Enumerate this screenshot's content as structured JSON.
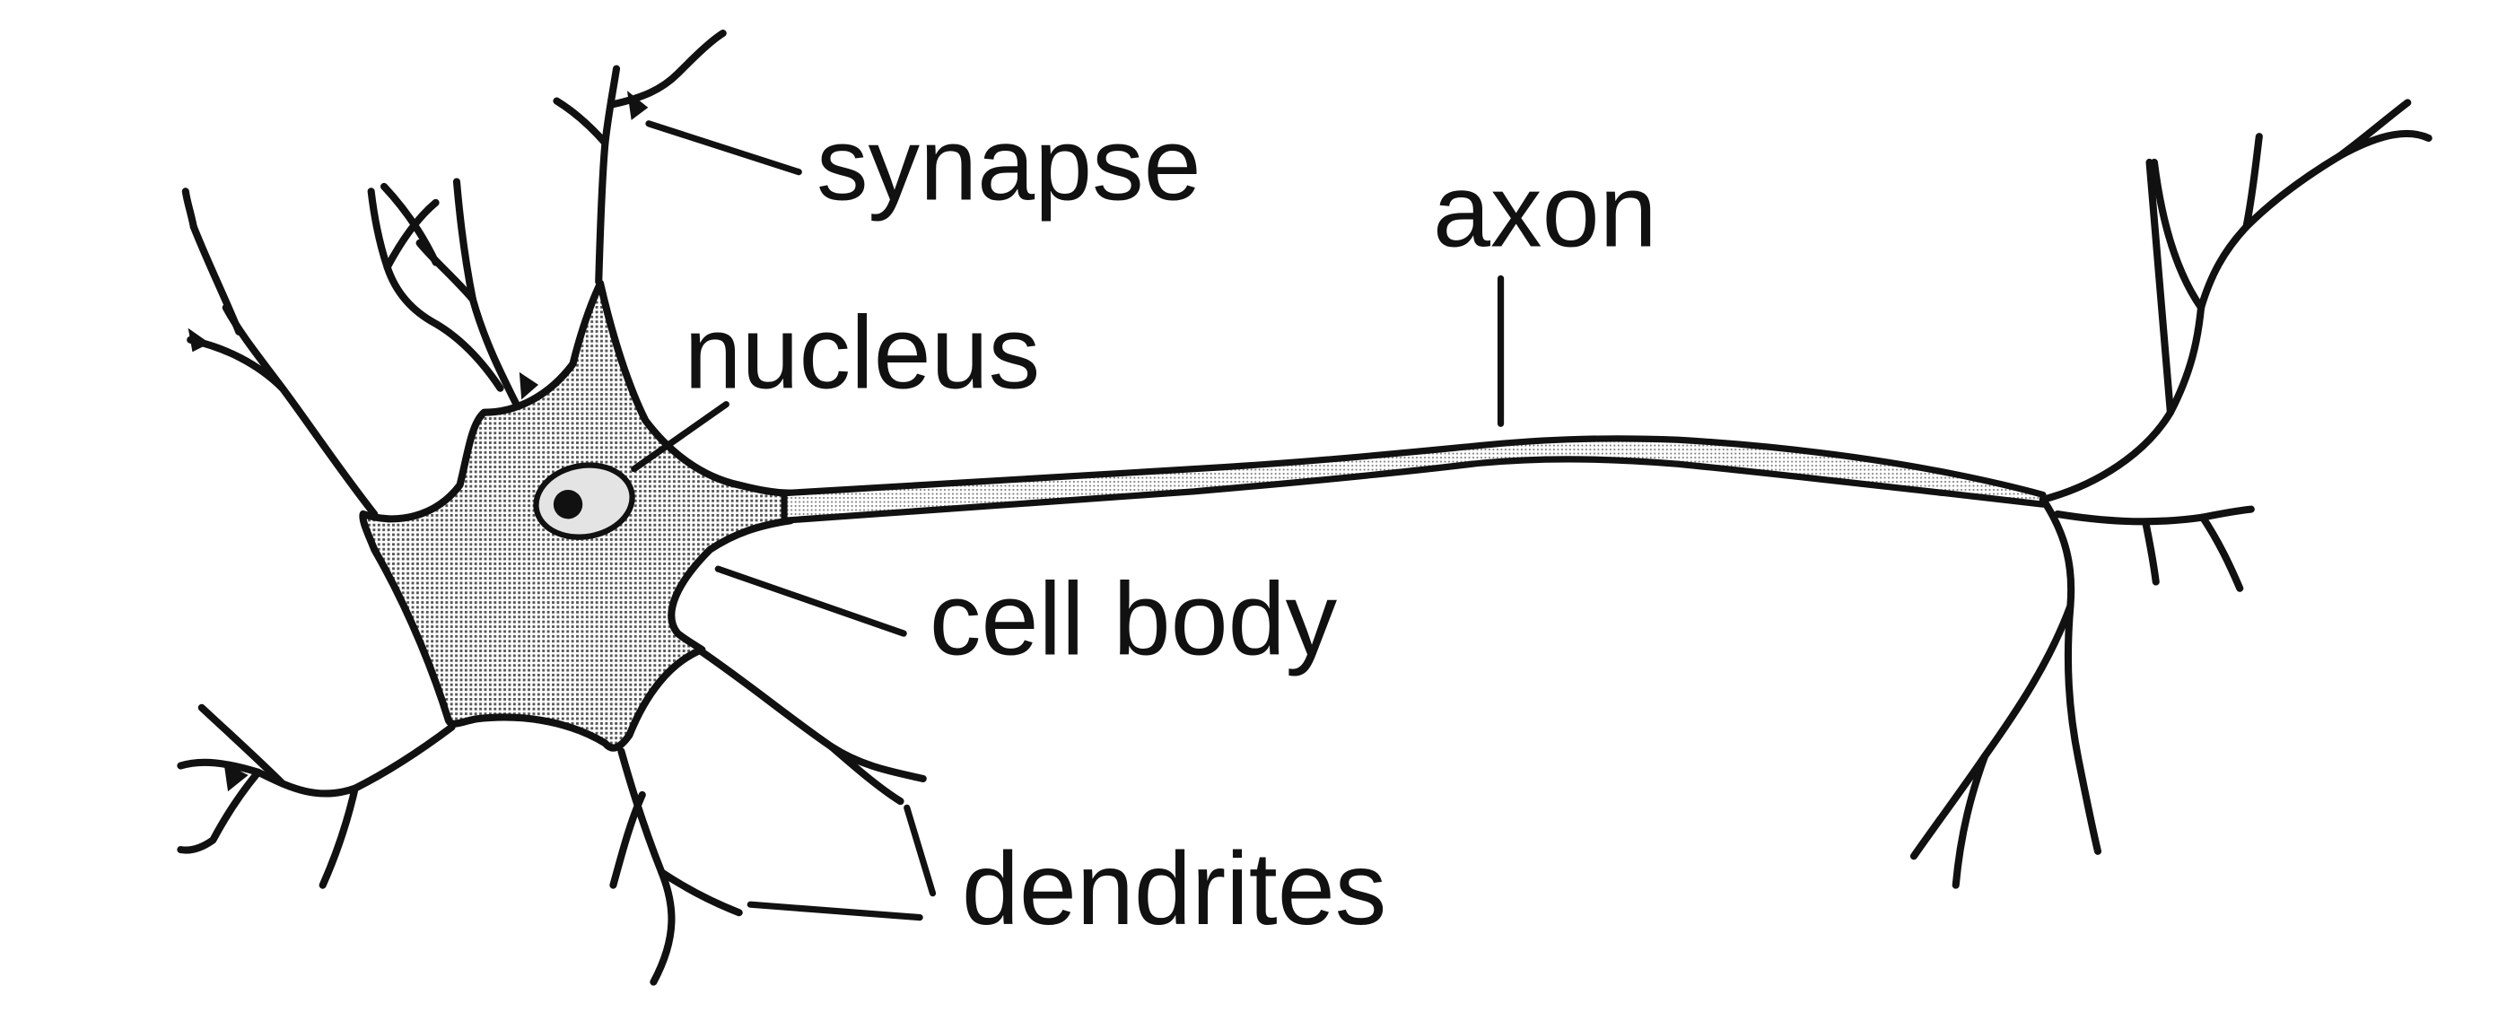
{
  "labels": {
    "synapse": "synapse",
    "axon": "axon",
    "nucleus": "nucleus",
    "cell_body": "cell body",
    "dendrites": "dendrites"
  },
  "colors": {
    "ink": "#111111",
    "cell_fill": "#bdbdbd",
    "nucleus_fill": "#e4e4e4",
    "background": "#ffffff"
  }
}
